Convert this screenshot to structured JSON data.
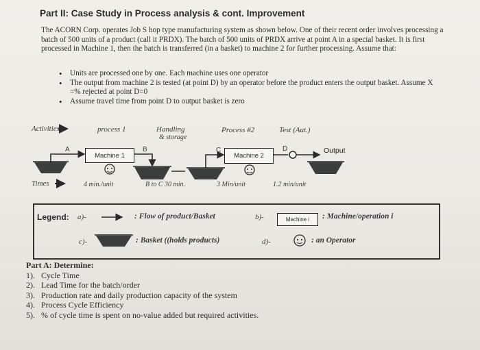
{
  "title": "Part II: Case Study in Process analysis & cont. Improvement",
  "intro": "The ACORN Corp. operates Job S hop type manufacturing system as shown below. One of their recent order involves processing a batch of 500 units of a product (call it PRDX). The batch of 500 units of PRDX arrive at point A in a special basket. It is first processed in Machine 1, then the batch is transferred (in a basket) to machine 2 for further processing. Assume that:",
  "assumptions": [
    "Units are processed one by one. Each machine uses one operator",
    "The output from machine 2 is tested (at point D) by an operator before the product enters the output basket. Assume X =% rejected at point D=0",
    "Assume travel time from point D to output basket is zero"
  ],
  "diagram": {
    "activities_label": "Activities",
    "process1": "process 1",
    "handling": "Handling",
    "storage": "& storage",
    "process2": "Process #2",
    "test": "Test (Aut.)",
    "point_a": "A",
    "point_b": "B",
    "point_c": "C",
    "point_d": "D",
    "machine1": "Machine 1",
    "machine2": "Machine 2",
    "output": "Output",
    "times_label": "Times",
    "time1": "4 min./unit",
    "time2": "B to C 30 min.",
    "time3": "3 Min/unit",
    "time4": "1.2 min/unit"
  },
  "legend": {
    "heading": "Legend:",
    "a_label": "a)-",
    "a_text": ": Flow of product/Basket",
    "b_label": "b)-",
    "b_box": "Machine i",
    "b_text": ": Machine/operation i",
    "c_label": "c)-",
    "c_text": ": Basket ((holds products)",
    "d_label": "d)-",
    "d_text": ": an Operator"
  },
  "part_a": {
    "heading": "Part A: Determine:",
    "items": [
      {
        "num": "1).",
        "text": "Cycle Time"
      },
      {
        "num": "2).",
        "text": "Lead Time for the batch/order"
      },
      {
        "num": "3).",
        "text": "Production rate and daily production capacity of the system"
      },
      {
        "num": "4).",
        "text": "Process Cycle Efficiency"
      },
      {
        "num": "5).",
        "text": "% of cycle time is spent on no-value added but required activities."
      }
    ]
  },
  "colors": {
    "ink": "#2a2a2a",
    "basket": "#3a3f3d",
    "paper": "#efede8"
  }
}
